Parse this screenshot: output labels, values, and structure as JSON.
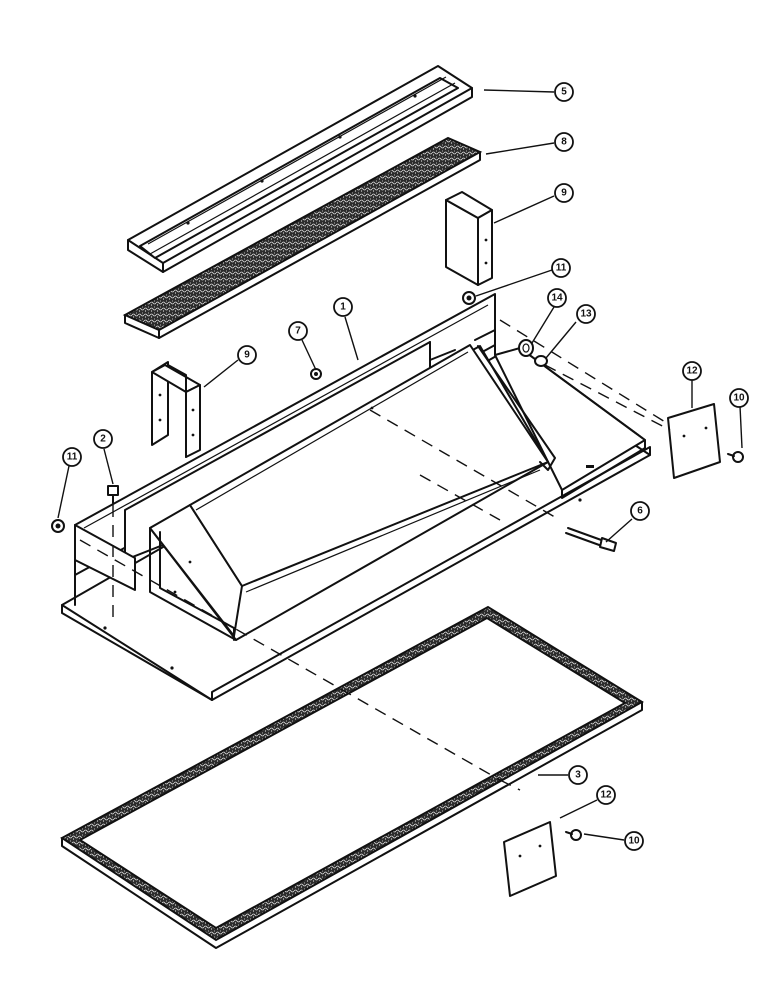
{
  "callouts": {
    "c5": "5",
    "c8": "8",
    "c9a": "9",
    "c11a": "11",
    "c14": "14",
    "c13": "13",
    "c1": "1",
    "c7": "7",
    "c9b": "9",
    "c12a": "12",
    "c10a": "10",
    "c11b": "11",
    "c2": "2",
    "c6": "6",
    "c3": "3",
    "c12b": "12",
    "c10b": "10"
  },
  "colors": {
    "ink": "#111111",
    "paper": "#ffffff"
  }
}
